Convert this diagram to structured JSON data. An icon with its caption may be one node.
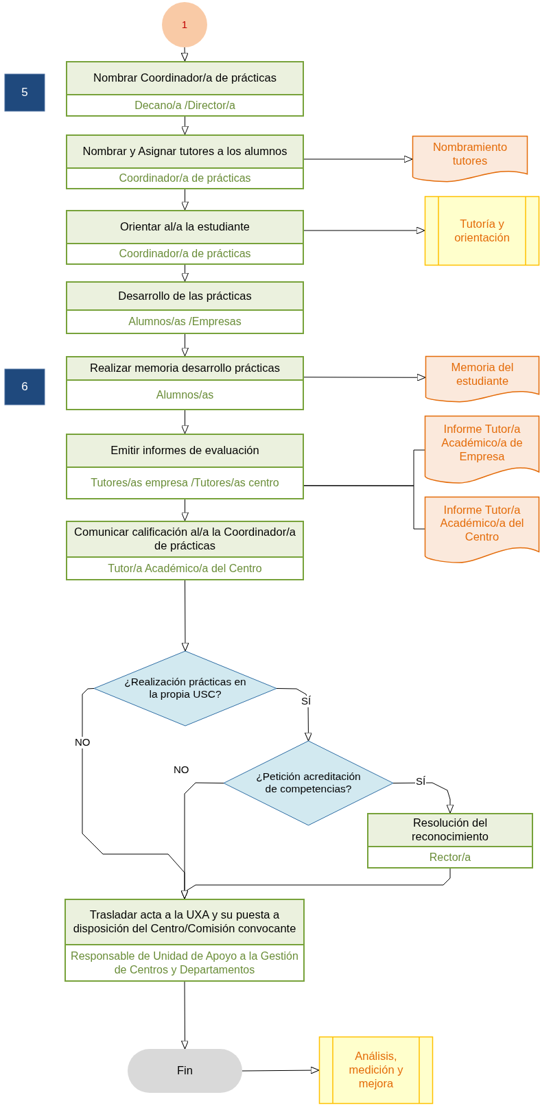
{
  "diagram": {
    "nodes": [
      {
        "text": [
          "1"
        ]
      },
      {
        "text": [
          "5"
        ]
      },
      {
        "text": [
          "Nombrar Coordinador/a de prácticas",
          "Decano/a /Director/a"
        ]
      },
      {
        "text": [
          "Nombrar y Asignar tutores a los alumnos",
          "Coordinador/a de prácticas"
        ]
      },
      {
        "text": [
          "Nombramiento tutores"
        ]
      },
      {
        "text": [
          "Orientar al/a la estudiante",
          "Coordinador/a de prácticas"
        ]
      },
      {
        "text": [
          "Tutoría y orientación"
        ]
      },
      {
        "text": [
          "Desarrollo de las prácticas",
          "Alumnos/as /Empresas"
        ]
      },
      {
        "text": [
          "6"
        ]
      },
      {
        "text": [
          "Realizar memoria desarrollo prácticas",
          "Alumnos/as"
        ]
      },
      {
        "text": [
          "Memoria del estudiante"
        ]
      },
      {
        "text": [
          "Emitir informes de evaluación",
          "Tutores/as empresa /Tutores/as centro"
        ]
      },
      {
        "text": [
          "Informe Tutor/a Académico/a de Empresa"
        ]
      },
      {
        "text": [
          "Informe Tutor/a Académico/a del Centro"
        ]
      },
      {
        "text": [
          "Comunicar calificación al/a la Coordinador/a de prácticas",
          "Tutor/a Académico/a del Centro"
        ]
      },
      {
        "text": [
          "¿Realización prácticas en la propia USC?"
        ]
      },
      {
        "text": [
          "¿Petición acreditación de competencias?"
        ]
      },
      {
        "text": [
          "Resolución del reconocimiento",
          "Rector/a"
        ]
      },
      {
        "text": [
          "Trasladar acta a la UXA y su puesta a disposición del Centro/Comisión convocante",
          "Responsable de Unidad de Apoyo a la Gestión de Centros y Departamentos"
        ]
      },
      {
        "text": [
          "Fin"
        ]
      },
      {
        "text": [
          "Análisis, medición y mejora"
        ]
      }
    ],
    "edges": [
      {
        "from": 0,
        "to": 2,
        "arrow": "to"
      },
      {
        "from": 2,
        "to": 3,
        "arrow": "to"
      },
      {
        "from": 3,
        "to": 4,
        "arrow": "to"
      },
      {
        "from": 3,
        "to": 5,
        "arrow": "to"
      },
      {
        "from": 5,
        "to": 6,
        "arrow": "to"
      },
      {
        "from": 5,
        "to": 7,
        "arrow": "to"
      },
      {
        "from": 7,
        "to": 9,
        "arrow": "to"
      },
      {
        "from": 9,
        "to": 10,
        "arrow": "to"
      },
      {
        "from": 9,
        "to": 11,
        "arrow": "to"
      },
      {
        "from": 11,
        "to": 12,
        "arrow": "none"
      },
      {
        "from": 11,
        "to": 13,
        "arrow": "none"
      },
      {
        "from": 11,
        "to": 14,
        "arrow": "to"
      },
      {
        "from": 14,
        "to": 15,
        "arrow": "to"
      },
      {
        "from": 15,
        "to": 16,
        "arrow": "to",
        "label": "SÍ"
      },
      {
        "from": 15,
        "to": 18,
        "arrow": "to",
        "label": "NO"
      },
      {
        "from": 16,
        "to": 17,
        "arrow": "to",
        "label": "SÍ"
      },
      {
        "from": 16,
        "to": 18,
        "arrow": "to",
        "label": "NO"
      },
      {
        "from": 17,
        "to": 18,
        "arrow": "to"
      },
      {
        "from": 18,
        "to": 19,
        "arrow": "to"
      },
      {
        "from": 19,
        "to": 20,
        "arrow": "to"
      }
    ]
  }
}
